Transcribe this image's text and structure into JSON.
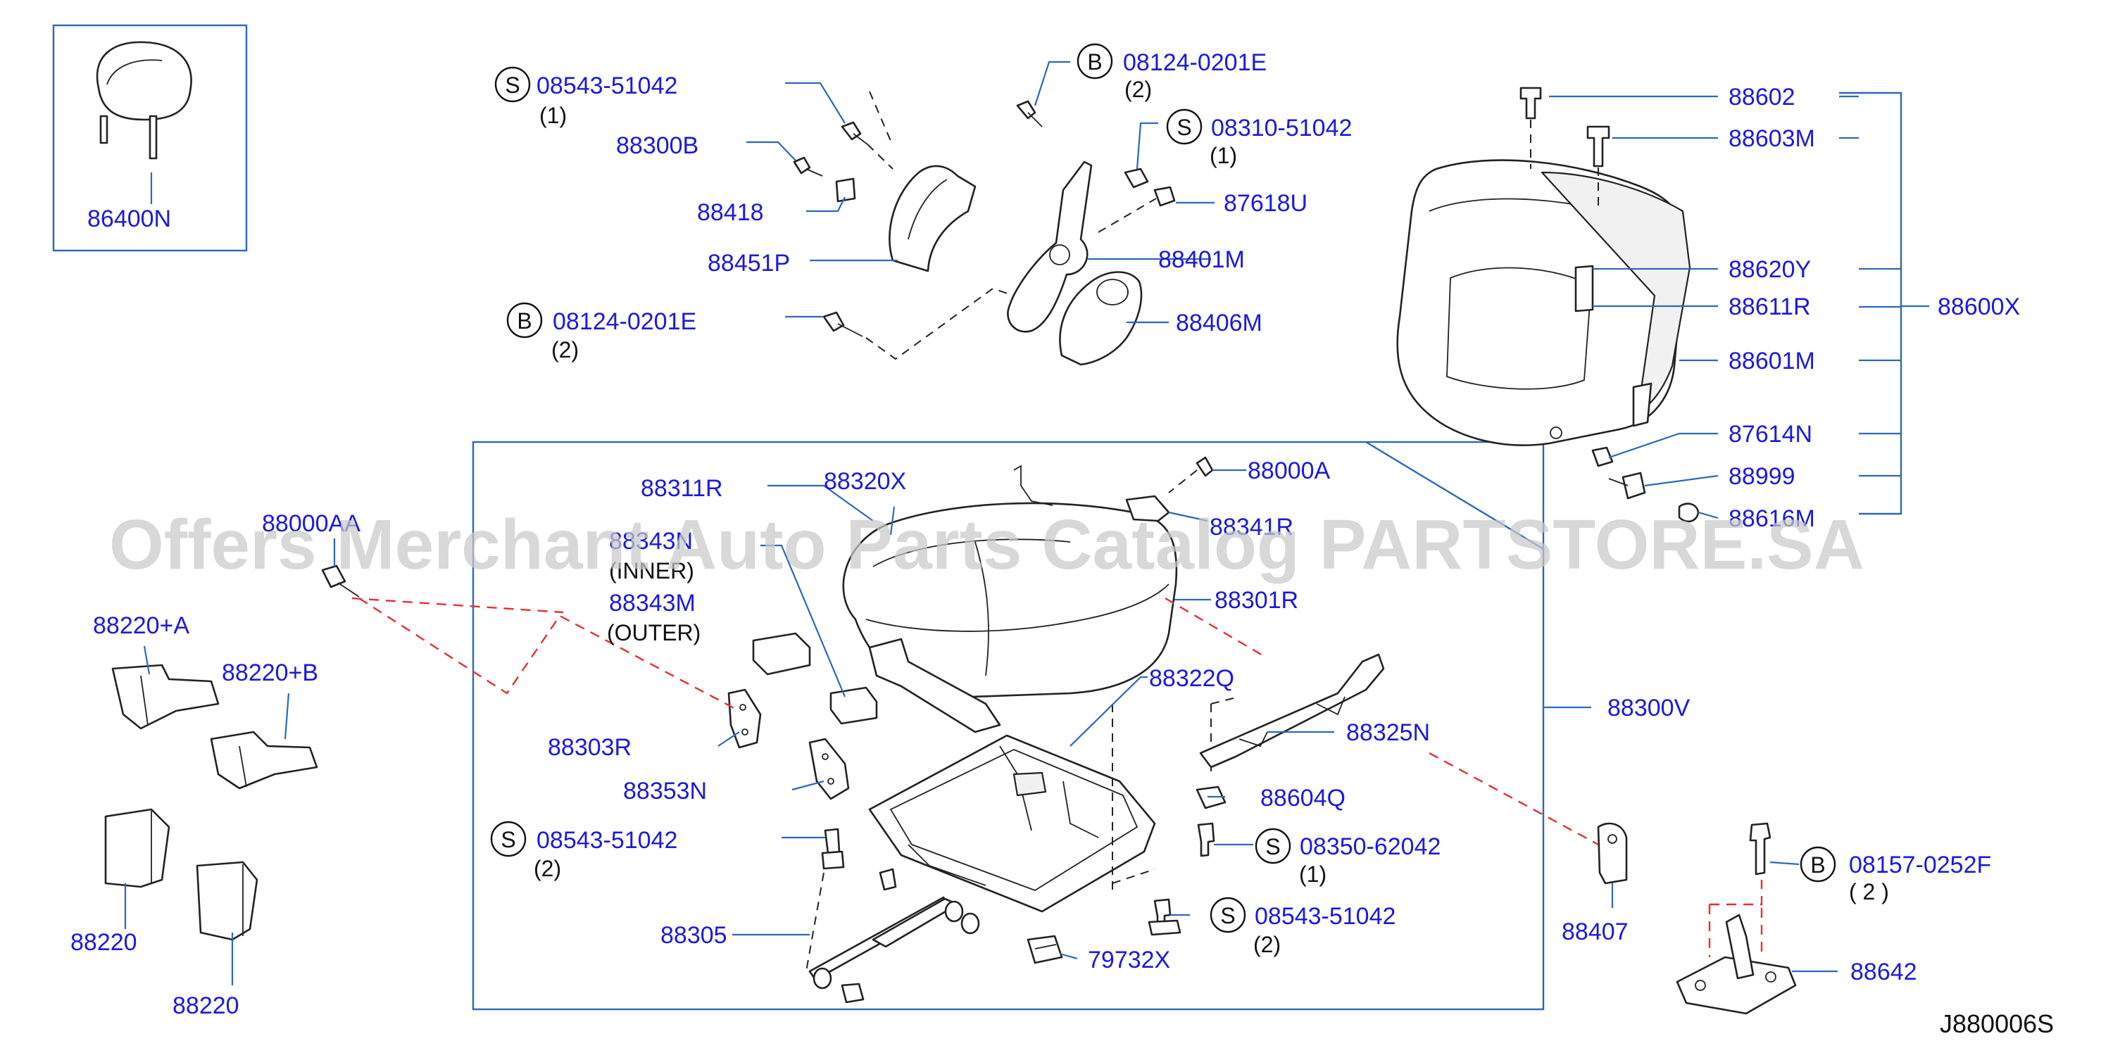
{
  "diagram": {
    "id_code": "J880006S",
    "watermark": "Offers Merchant Auto Parts Catalog PARTSTORE.SA",
    "callouts": [
      {
        "id": "c1",
        "label": "86400N"
      },
      {
        "id": "c2",
        "badge": "S",
        "label": "08543-51042",
        "qty": "(1)"
      },
      {
        "id": "c3",
        "label": "88300B"
      },
      {
        "id": "c4",
        "label": "88418"
      },
      {
        "id": "c5",
        "label": "88451P"
      },
      {
        "id": "c6",
        "badge": "B",
        "label": "08124-0201E",
        "qty": "(2)"
      },
      {
        "id": "c7",
        "badge": "B",
        "label": "08124-0201E",
        "qty": "(2)"
      },
      {
        "id": "c8",
        "badge": "S",
        "label": "08310-51042",
        "qty": "(1)"
      },
      {
        "id": "c9",
        "label": "87618U"
      },
      {
        "id": "c10",
        "label": "88401M"
      },
      {
        "id": "c11",
        "label": "88406M"
      },
      {
        "id": "c12",
        "label": "88602"
      },
      {
        "id": "c13",
        "label": "88603M"
      },
      {
        "id": "c14",
        "label": "88620Y"
      },
      {
        "id": "c15",
        "label": "88611R"
      },
      {
        "id": "c16",
        "label": "88600X"
      },
      {
        "id": "c17",
        "label": "88601M"
      },
      {
        "id": "c18",
        "label": "87614N"
      },
      {
        "id": "c19",
        "label": "88999"
      },
      {
        "id": "c20",
        "label": "88616M"
      },
      {
        "id": "c21",
        "label": "88000AA"
      },
      {
        "id": "c22",
        "label": "88220+A"
      },
      {
        "id": "c23",
        "label": "88220+B"
      },
      {
        "id": "c24",
        "label": "88220"
      },
      {
        "id": "c25",
        "label": "88220"
      },
      {
        "id": "c26",
        "label": "88311R"
      },
      {
        "id": "c27",
        "label": "88320X"
      },
      {
        "id": "c28",
        "label": "88000A"
      },
      {
        "id": "c29",
        "label": "88341R"
      },
      {
        "id": "c30",
        "label": "88343N",
        "note": "(INNER)"
      },
      {
        "id": "c31",
        "label": "88343M",
        "note": "(OUTER)"
      },
      {
        "id": "c32",
        "label": "88301R"
      },
      {
        "id": "c33",
        "label": "88322Q"
      },
      {
        "id": "c34",
        "label": "88300V"
      },
      {
        "id": "c35",
        "label": "88303R"
      },
      {
        "id": "c36",
        "label": "88325N"
      },
      {
        "id": "c37",
        "label": "88353N"
      },
      {
        "id": "c38",
        "label": "88604Q"
      },
      {
        "id": "c39",
        "badge": "S",
        "label": "08543-51042",
        "qty": "(2)"
      },
      {
        "id": "c40",
        "badge": "S",
        "label": "08350-62042",
        "qty": "(1)"
      },
      {
        "id": "c41",
        "badge": "S",
        "label": "08543-51042",
        "qty": "(2)"
      },
      {
        "id": "c42",
        "label": "88305"
      },
      {
        "id": "c43",
        "label": "79732X"
      },
      {
        "id": "c44",
        "label": "88407"
      },
      {
        "id": "c45",
        "badge": "B",
        "label": "08157-0252F",
        "qty": "( 2 )"
      },
      {
        "id": "c46",
        "label": "88642"
      }
    ]
  }
}
